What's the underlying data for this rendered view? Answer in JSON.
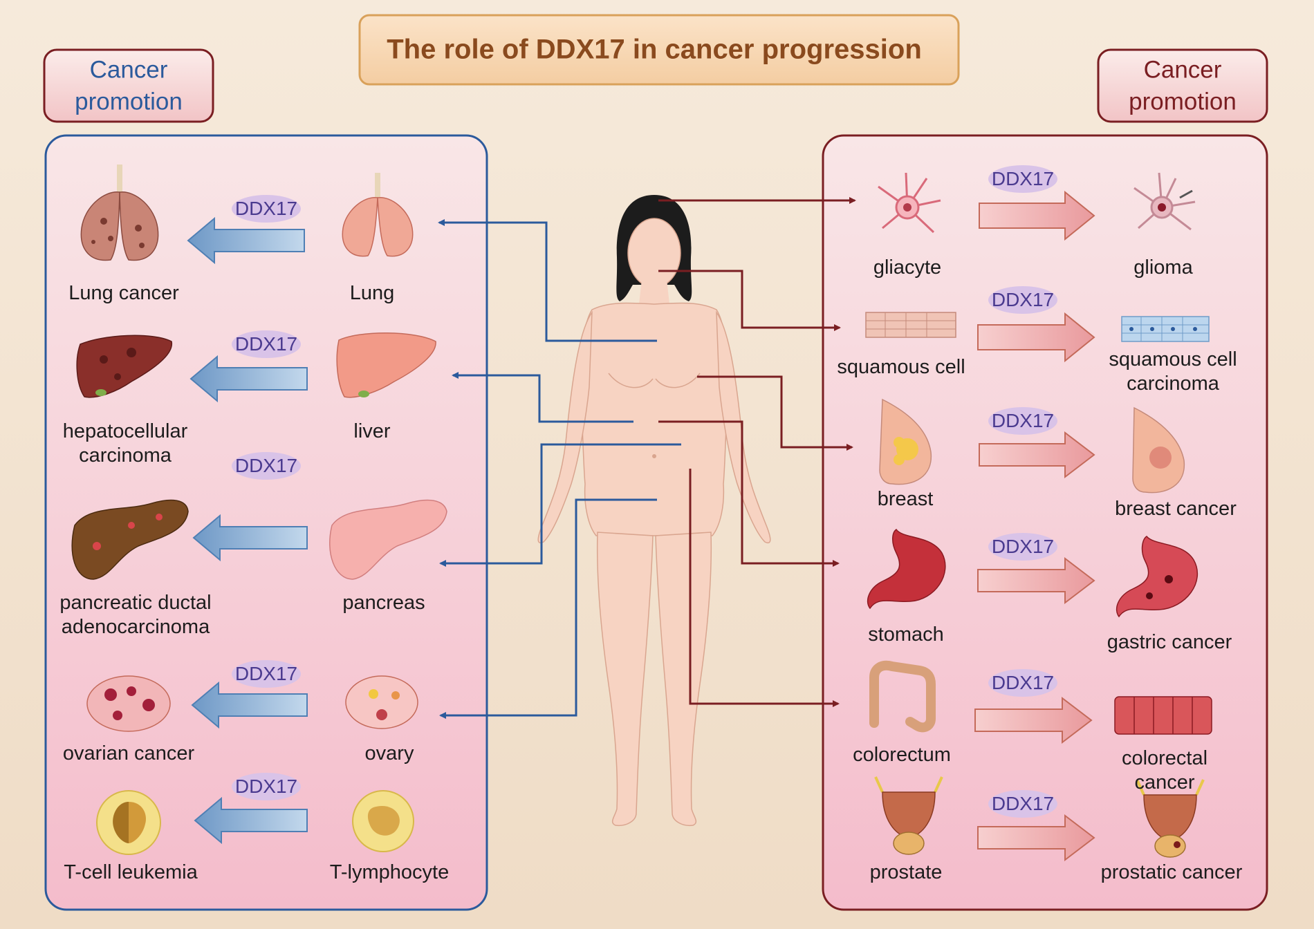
{
  "title": "The role of DDX17 in cancer progression",
  "left_header": "Cancer\npromotion",
  "right_header": "Cancer\npromotion",
  "ddx_label": "DDX17",
  "left_pairs": [
    {
      "normal": "Lung",
      "cancer": "Lung cancer"
    },
    {
      "normal": "liver",
      "cancer": "hepatocellular\ncarcinoma"
    },
    {
      "normal": "pancreas",
      "cancer": "pancreatic ductal\nadenocarcinoma"
    },
    {
      "normal": "ovary",
      "cancer": "ovarian cancer"
    },
    {
      "normal": "T-lymphocyte",
      "cancer": "T-cell leukemia"
    }
  ],
  "right_pairs": [
    {
      "normal": "gliacyte",
      "cancer": "glioma"
    },
    {
      "normal": "squamous cell",
      "cancer": "squamous cell\ncarcinoma"
    },
    {
      "normal": "breast",
      "cancer": "breast cancer"
    },
    {
      "normal": "stomach",
      "cancer": "gastric cancer"
    },
    {
      "normal": "colorectum",
      "cancer": "colorectal cancer"
    },
    {
      "normal": "prostate",
      "cancer": "prostatic cancer"
    }
  ],
  "colors": {
    "left_accent": "#2b5a9c",
    "right_accent": "#7a1e22",
    "title_text": "#8a4a1e",
    "ddx_bubble": "#d9c3e8",
    "ddx_text": "#4a3a8f",
    "blue_arrow": "#8fb2d6",
    "pink_arrow": "#eea7a7"
  }
}
